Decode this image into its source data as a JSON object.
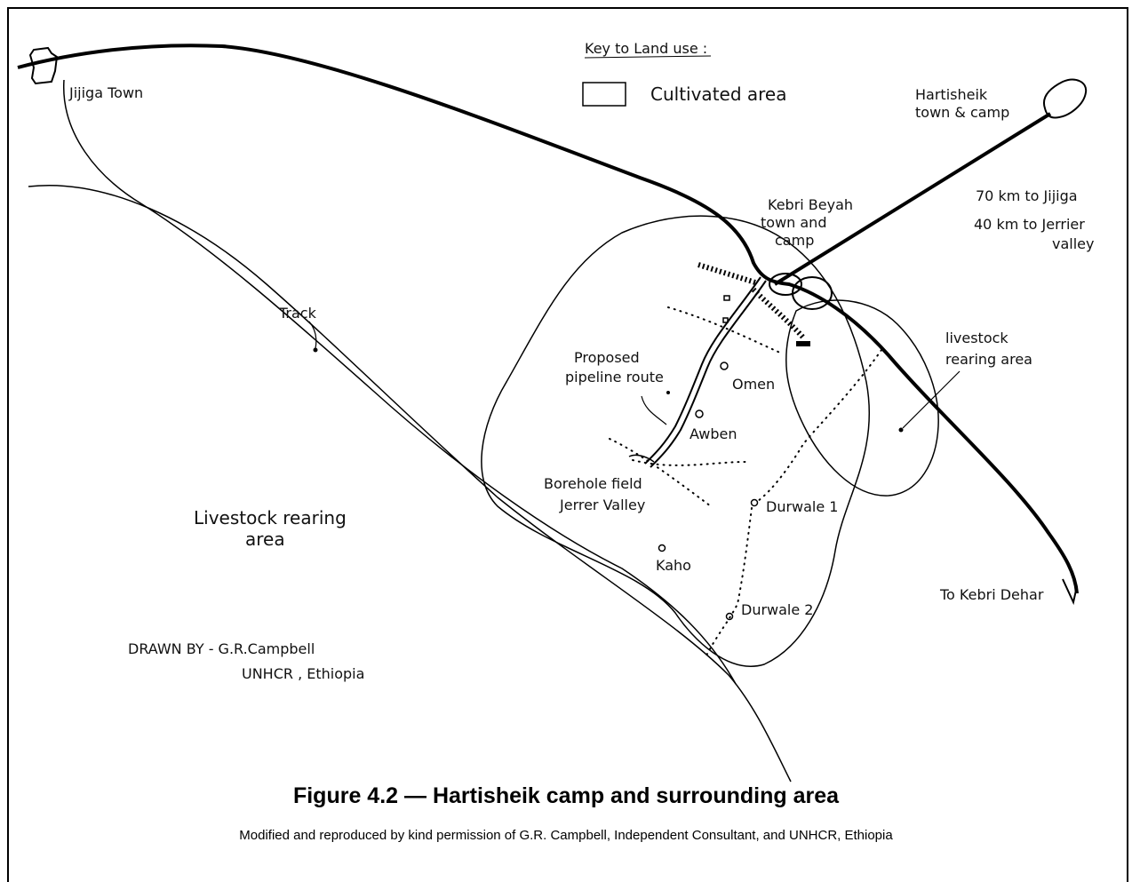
{
  "key": {
    "heading": "Key to Land use :",
    "cultivated": "Cultivated area"
  },
  "places": {
    "jijiga": "Jijiga Town",
    "hartisheik_1": "Hartisheik",
    "hartisheik_2": "town & camp",
    "distance_1": "70 km to Jijiga",
    "distance_2": "40 km to Jerrier",
    "distance_3": "valley",
    "kebri_1": "Kebri Beyah",
    "kebri_2": "town and",
    "kebri_3": "camp",
    "track": "Track",
    "pipeline_1": "Proposed",
    "pipeline_2": "pipeline route",
    "omen": "Omen",
    "awben": "Awben",
    "borehole": "Borehole field",
    "jerrer": "Jerrer Valley",
    "durwale1": "Durwale 1",
    "durwale2": "Durwale 2",
    "kaho": "Kaho",
    "livestock_r_1": "livestock",
    "livestock_r_2": "rearing area",
    "livestock_l_1": "Livestock rearing",
    "livestock_l_2": "area",
    "kebri_dehar": "To Kebri Dehar",
    "drawn_1": "DRAWN BY - G.R.Campbell",
    "drawn_2": "UNHCR , Ethiopia"
  },
  "caption": {
    "title": "Figure 4.2 — Hartisheik camp and surrounding area",
    "subtitle": "Modified and reproduced by kind permission of G.R. Campbell, Independent Consultant, and UNHCR, Ethiopia"
  }
}
